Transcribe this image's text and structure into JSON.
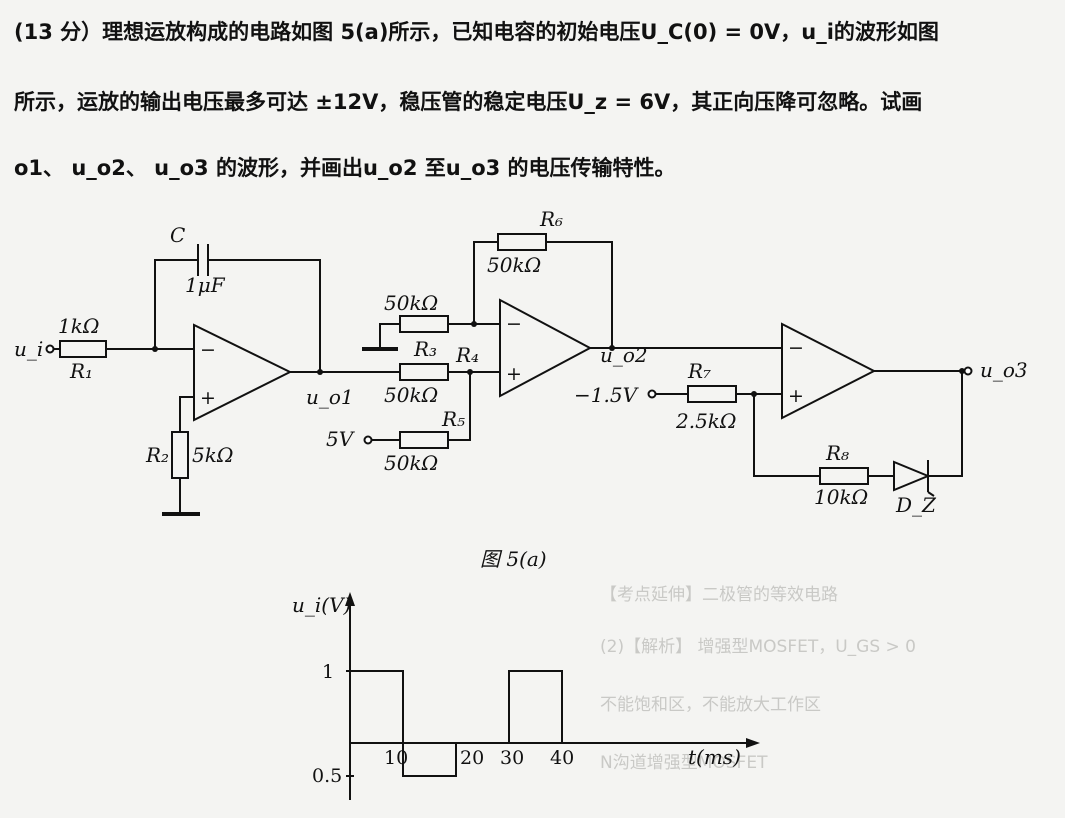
{
  "problem": {
    "line1": "(13 分）理想运放构成的电路如图 5(a)所示，已知电容的初始电压U_C(0) = 0V，u_i的波形如图",
    "line2": "所示，运放的输出电压最多可达 ±12V，稳压管的稳定电压U_z = 6V，其正向压降可忽略。试画",
    "line3": "o1、 u_o2、 u_o3 的波形，并画出u_o2 至u_o3 的电压传输特性。"
  },
  "figure_caption": "图 5(a)",
  "circuit": {
    "C": "C",
    "C_val": "1μF",
    "ui": "u_i",
    "R1": "R₁",
    "R1_val": "1kΩ",
    "R2": "R₂",
    "R2_val": "5kΩ",
    "uo1": "u_o1",
    "r_unlabeled_val": "50kΩ",
    "R3": "R₃",
    "R3_val": "50kΩ",
    "R4": "R₄",
    "R5": "R₅",
    "R5_val": "50kΩ",
    "v5": "5V",
    "R6": "R₆",
    "R6_val": "50kΩ",
    "uo2": "u_o2",
    "vneg": "−1.5V",
    "R7": "R₇",
    "R7_val": "2.5kΩ",
    "R8": "R₈",
    "R8_val": "10kΩ",
    "Dz": "D_Z",
    "uo3": "u_o3",
    "minus": "−",
    "plus": "+"
  },
  "waveform": {
    "ylabel": "u_i(V)",
    "xlabel": "t(ms)",
    "y_tick_pos": "1",
    "y_tick_neg": "0.5",
    "x_ticks": [
      "10",
      "20",
      "30",
      "40"
    ],
    "segments_ms_V": [
      [
        0,
        10,
        1
      ],
      [
        10,
        20,
        -0.5
      ],
      [
        20,
        30,
        0
      ],
      [
        30,
        40,
        1
      ],
      [
        40,
        45,
        0
      ]
    ]
  },
  "ghost_text": {
    "g1": "【考点延伸】二极管的等效电路",
    "g2": "(2)【解析】 增强型MOSFET，U_GS > 0",
    "g3": "不能饱和区，不能放大工作区",
    "g4": "N沟道增强型MOSFET"
  }
}
